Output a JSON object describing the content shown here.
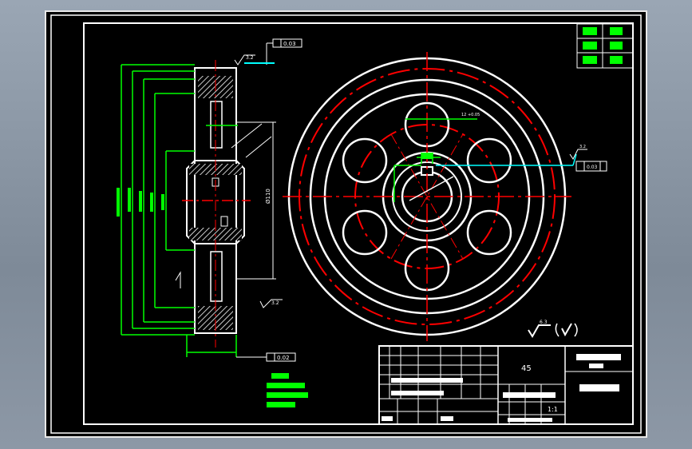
{
  "colors": {
    "background": "#000000",
    "outline": "#ffffff",
    "centerline": "#ff0000",
    "dimension": "#00ff00",
    "leader": "#00ffff"
  },
  "title_block": {
    "material": "45",
    "scale": "1:1"
  },
  "dimensions": {
    "hub_dia": "Ø110",
    "keyway_width": "12 +0.05",
    "keyway_tol": "0.05"
  },
  "roughness": {
    "general": "6.3",
    "face_left": "3.2",
    "face_lower": "3.2",
    "leader_right": "3.2"
  },
  "tolerance_boxes": {
    "top": "0.03",
    "bottom": "0.02",
    "right": "0.03"
  },
  "icons": [
    "roughness-symbol-icon",
    "check-mark-icon",
    "datum-symbol-icon"
  ]
}
